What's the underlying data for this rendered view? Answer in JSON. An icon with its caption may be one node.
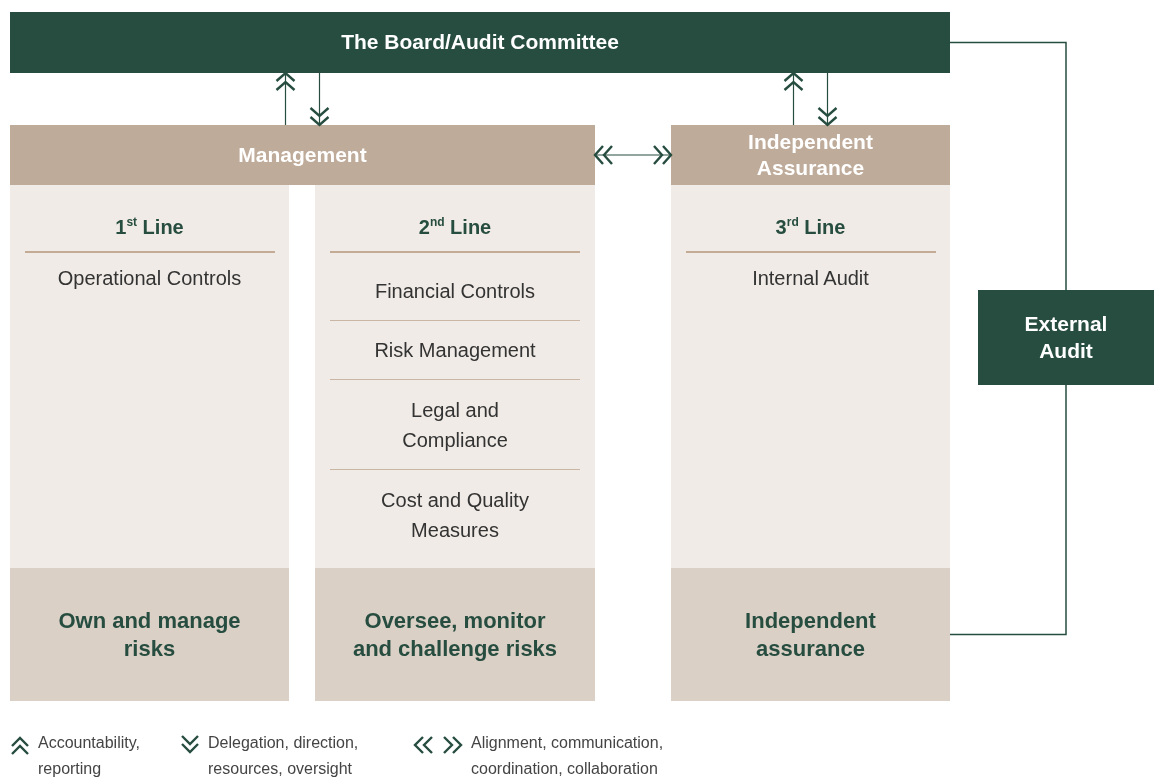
{
  "diagram": {
    "nodes": [
      {
        "text": [
          "The Board/Audit Committee"
        ]
      },
      {
        "text": [
          "Management"
        ]
      },
      {
        "text": [
          "Independent Assurance"
        ]
      },
      {
        "text": [
          "1$^{st}$ Line",
          "Operational Controls"
        ]
      },
      {
        "text": [
          "2$^{nd}$ Line"
        ]
      },
      {
        "text": [
          "Financial Controls"
        ],
        "in": 4
      },
      {
        "text": [
          "Risk Management"
        ],
        "in": 4
      },
      {
        "text": [
          "Legal and Compliance"
        ],
        "in": 4
      },
      {
        "text": [
          "Cost and Quality Measures"
        ],
        "in": 4
      },
      {
        "text": [
          "3$^{rd}$ Line",
          "Internal Audit"
        ]
      },
      {
        "text": [
          "External Audit"
        ]
      },
      {
        "text": [
          "Own and manage risks"
        ]
      },
      {
        "text": [
          "Oversee, monitor and challenge risks"
        ]
      },
      {
        "text": [
          "Independent assurance"
        ]
      }
    ],
    "edges": [
      {
        "from": 1,
        "to": 0,
        "arrow": "to"
      },
      {
        "from": 0,
        "to": 1,
        "arrow": "to"
      },
      {
        "from": 2,
        "to": 0,
        "arrow": "to"
      },
      {
        "from": 0,
        "to": 2,
        "arrow": "to"
      },
      {
        "from": 1,
        "to": 2,
        "arrow": "both"
      },
      {
        "from": 0,
        "to": 10,
        "arrow": "none"
      },
      {
        "from": 10,
        "to": 13,
        "arrow": "none"
      }
    ],
    "legend": [
      {
        "text": "Accountability, reporting"
      },
      {
        "text": "Delegation, direction, resources, oversight"
      },
      {
        "text": "Alignment, communication, coordination, collaboration"
      }
    ]
  }
}
